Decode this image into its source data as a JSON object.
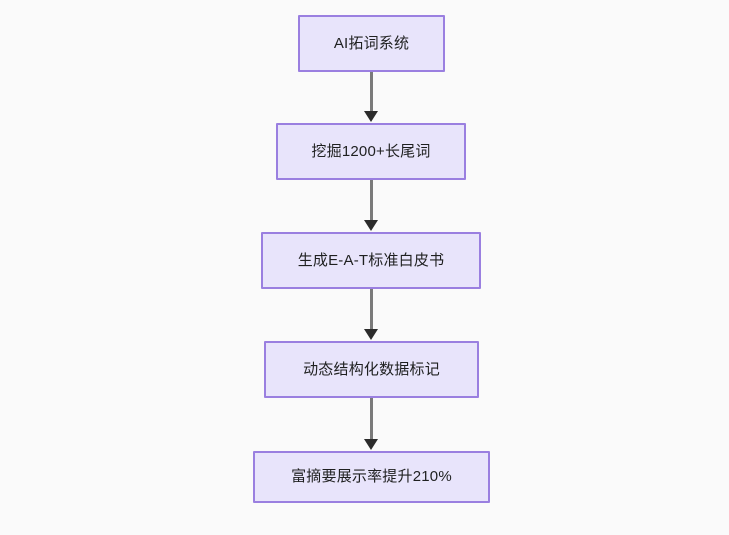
{
  "diagram": {
    "type": "flowchart",
    "direction": "top-to-bottom",
    "background_color": "#fafafa",
    "node_fill_color": "#e8e4fb",
    "node_border_color": "#9a7fe0",
    "node_text_color": "#1f2020",
    "edge_color": "#7a7a7a",
    "arrowhead_color": "#2b2b2b",
    "nodes": [
      {
        "id": "n1",
        "label": "AI拓词系统"
      },
      {
        "id": "n2",
        "label": "挖掘1200+长尾词"
      },
      {
        "id": "n3",
        "label": "生成E-A-T标准白皮书"
      },
      {
        "id": "n4",
        "label": "动态结构化数据标记"
      },
      {
        "id": "n5",
        "label": "富摘要展示率提升210%"
      }
    ],
    "edges": [
      {
        "from": "n1",
        "to": "n2",
        "label": ""
      },
      {
        "from": "n2",
        "to": "n3",
        "label": ""
      },
      {
        "from": "n3",
        "to": "n4",
        "label": ""
      },
      {
        "from": "n4",
        "to": "n5",
        "label": ""
      }
    ]
  }
}
